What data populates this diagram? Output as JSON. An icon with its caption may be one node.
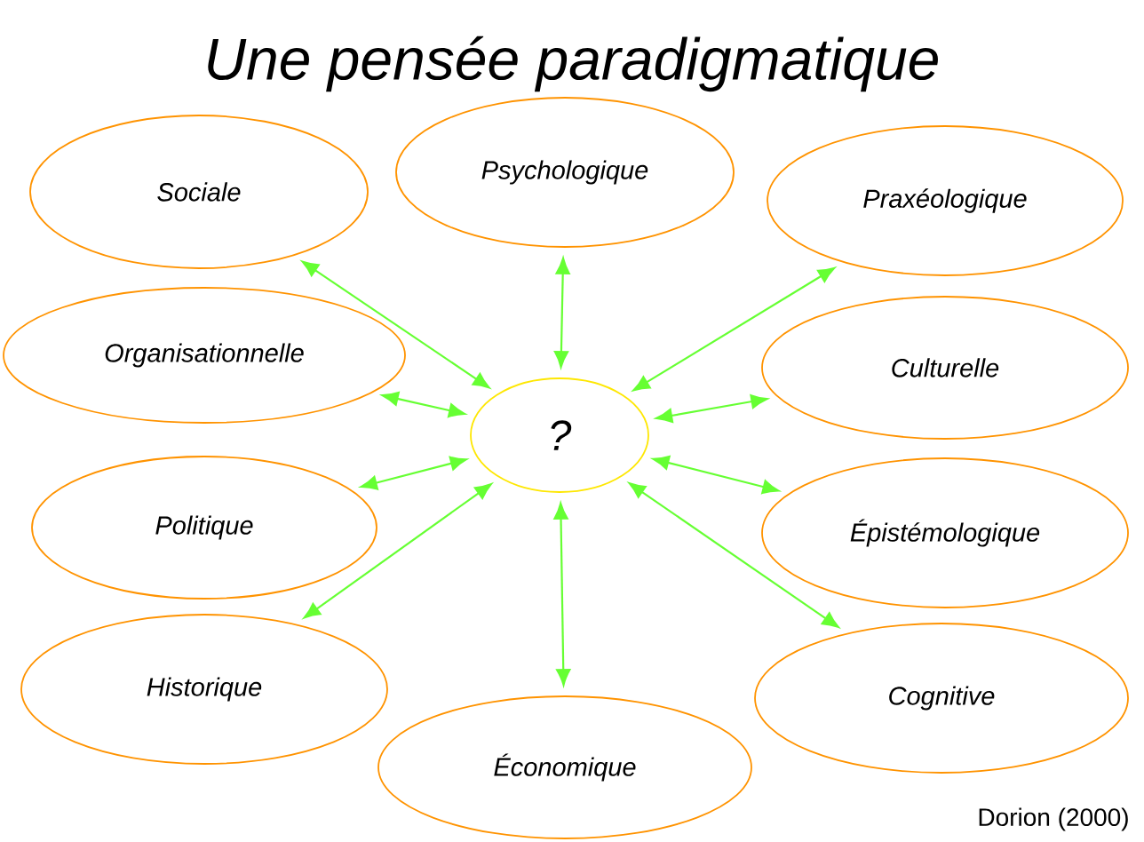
{
  "diagram": {
    "title": "Une pensée paradigmatique",
    "nodes": [
      {
        "text": [
          "Sociale"
        ]
      },
      {
        "text": [
          "Psychologique"
        ]
      },
      {
        "text": [
          "Praxéologique"
        ]
      },
      {
        "text": [
          "Organisationnelle"
        ]
      },
      {
        "text": [
          "?"
        ]
      },
      {
        "text": [
          "Culturelle"
        ]
      },
      {
        "text": [
          "Politique"
        ]
      },
      {
        "text": [
          "Épistémologique"
        ]
      },
      {
        "text": [
          "Historique"
        ]
      },
      {
        "text": [
          "Économique"
        ]
      },
      {
        "text": [
          "Cognitive"
        ]
      }
    ],
    "edges": [
      {
        "from": 4,
        "to": 0,
        "arrow": "both"
      },
      {
        "from": 4,
        "to": 1,
        "arrow": "both"
      },
      {
        "from": 4,
        "to": 2,
        "arrow": "both"
      },
      {
        "from": 4,
        "to": 3,
        "arrow": "both"
      },
      {
        "from": 4,
        "to": 5,
        "arrow": "both"
      },
      {
        "from": 4,
        "to": 6,
        "arrow": "both"
      },
      {
        "from": 4,
        "to": 7,
        "arrow": "both"
      },
      {
        "from": 4,
        "to": 8,
        "arrow": "both"
      },
      {
        "from": 4,
        "to": 9,
        "arrow": "both"
      },
      {
        "from": 4,
        "to": 10,
        "arrow": "both"
      }
    ],
    "labels": [
      "Dorion (2000)"
    ]
  }
}
